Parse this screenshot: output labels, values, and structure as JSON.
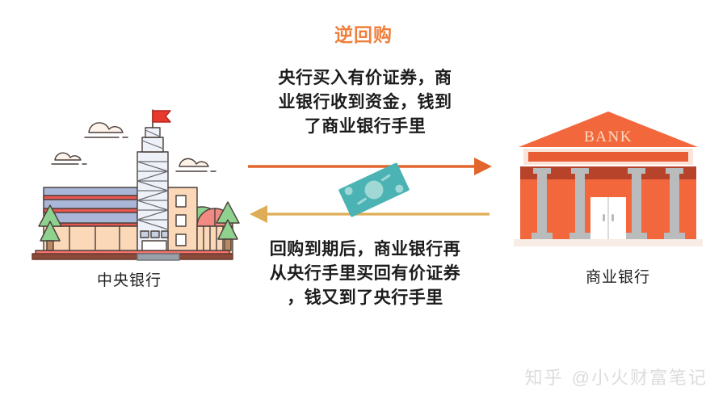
{
  "title": "逆回购",
  "flows": {
    "top_text": [
      "央行买入有价证券，商",
      "业银行收到资金，钱到",
      "了商业银行手里"
    ],
    "bottom_text": [
      "回购到期后，商业银行再",
      "从央行手里买回有价证券",
      "，钱又到了央行手里"
    ],
    "top_arrow_direction": "right",
    "bottom_arrow_direction": "left",
    "money_icon": "banknote-icon"
  },
  "entities": {
    "left": {
      "caption": "中央银行",
      "illustration": "central-bank-cityscape",
      "flag": "red-flag-icon"
    },
    "right": {
      "caption": "商业银行",
      "illustration": "commercial-bank-building",
      "sign_text": "BANK"
    }
  },
  "watermark": {
    "logo": "知乎",
    "handle": "@小火财富笔记"
  },
  "colors": {
    "title": "#ef7f3d",
    "top_arrow": "#e2662b",
    "bottom_arrow": "#dfad56",
    "bank_orange": "#f2683c",
    "bank_dark": "#b6432a",
    "money_teal": "#4bb3b3",
    "flag_red": "#e8392f",
    "tree_green": "#8fd18e",
    "building_blue": "#aab6d8",
    "building_peach": "#fbd8b8",
    "base_red": "#f4736f",
    "watermark": "#dcdcdc"
  }
}
